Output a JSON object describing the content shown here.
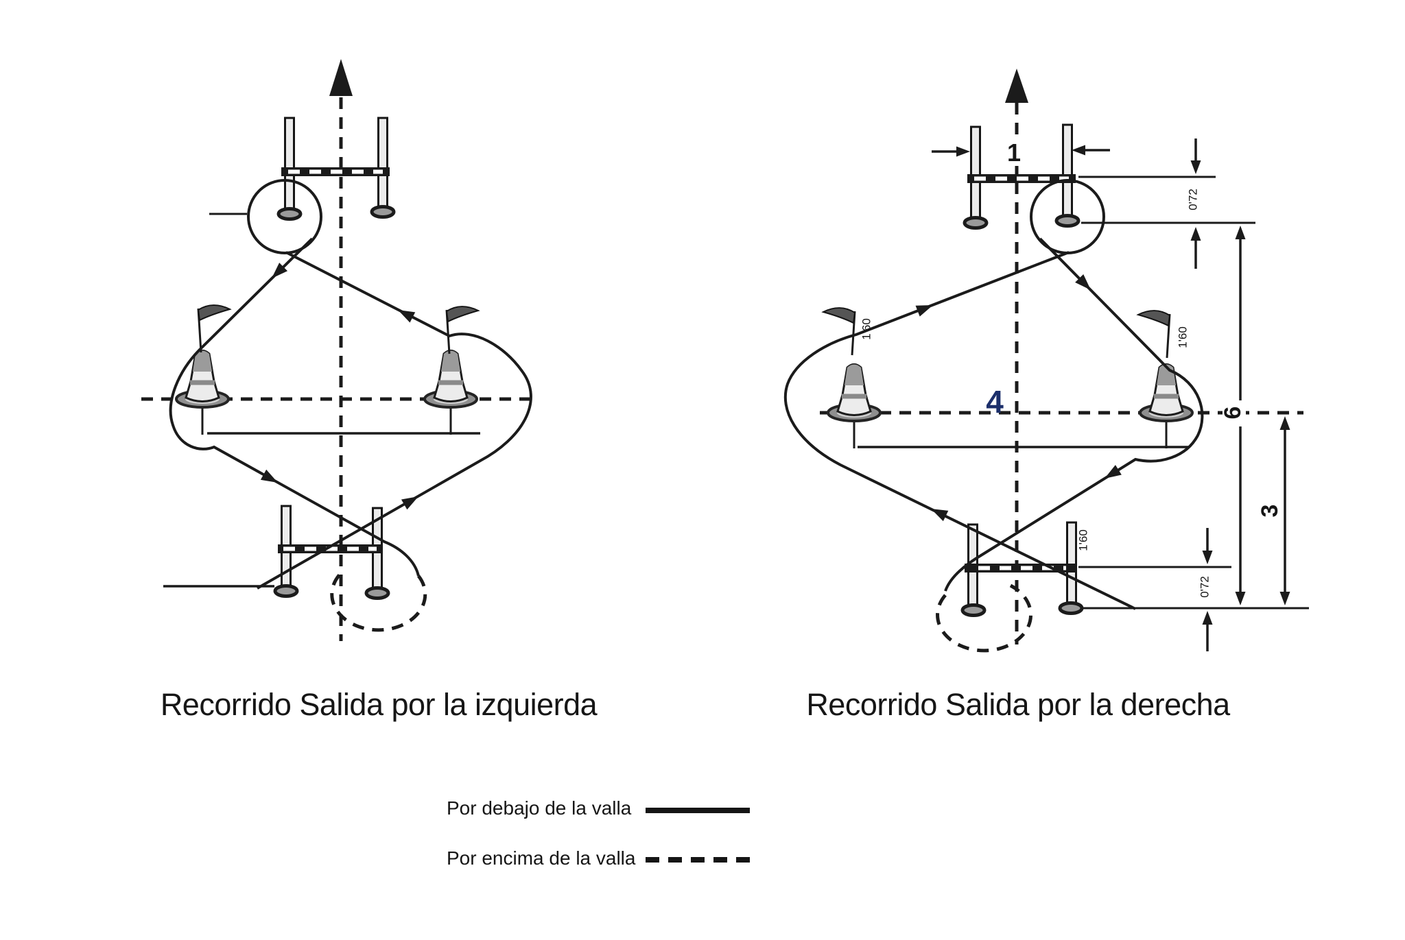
{
  "page": {
    "background": "#ffffff",
    "ink": "#1b1b1b"
  },
  "left_diagram": {
    "caption": "Recorrido Salida por la izquierda"
  },
  "right_diagram": {
    "caption": "Recorrido Salida por la derecha",
    "labels": {
      "hurdle_inner_width": "1",
      "cone_separation": "4",
      "length_total": "6",
      "length_half": "3",
      "offset_top": "0'72",
      "offset_bottom": "0'72",
      "flag_height_left": "1'60",
      "flag_height_right": "1'60",
      "post_height": "1'60"
    }
  },
  "legend": {
    "items": [
      {
        "label": "Por debajo de la valla",
        "line_style": "solid"
      },
      {
        "label": "Por encima de la valla",
        "line_style": "dashed"
      }
    ]
  }
}
